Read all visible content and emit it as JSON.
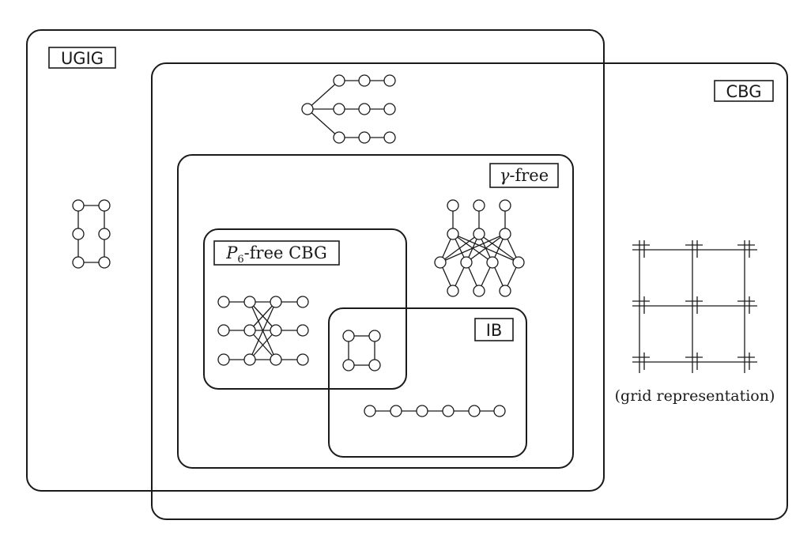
{
  "labels": {
    "ugig": "UGIG",
    "cbg": "CBG",
    "gamma_symbol": "γ",
    "gamma_suffix": "-free",
    "p6_symbol": "P",
    "p6_subscript": "6",
    "p6_suffix": "-free CBG",
    "ib": "IB",
    "grid_caption": "(grid representation)"
  }
}
